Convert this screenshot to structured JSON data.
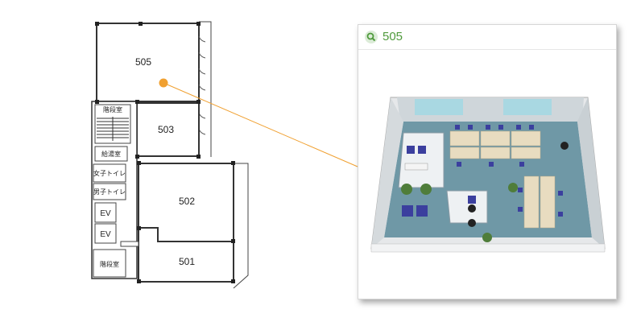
{
  "rooms": {
    "r505": "505",
    "r503": "503",
    "r502": "502",
    "r501": "501",
    "stairs_top": "階段室",
    "stairs_bottom": "階段室",
    "kitchen": "給湯室",
    "women_toilet": "女子トイレ",
    "men_toilet": "男子トイレ",
    "ev1": "EV",
    "ev2": "EV"
  },
  "popup": {
    "title": "505",
    "icon": "search-icon"
  },
  "colors": {
    "marker": "#f0a030",
    "title": "#4f9a3c",
    "carpet": "#6f98a6",
    "chairs": "#3b3f9e",
    "desks": "#e8dcc0"
  }
}
